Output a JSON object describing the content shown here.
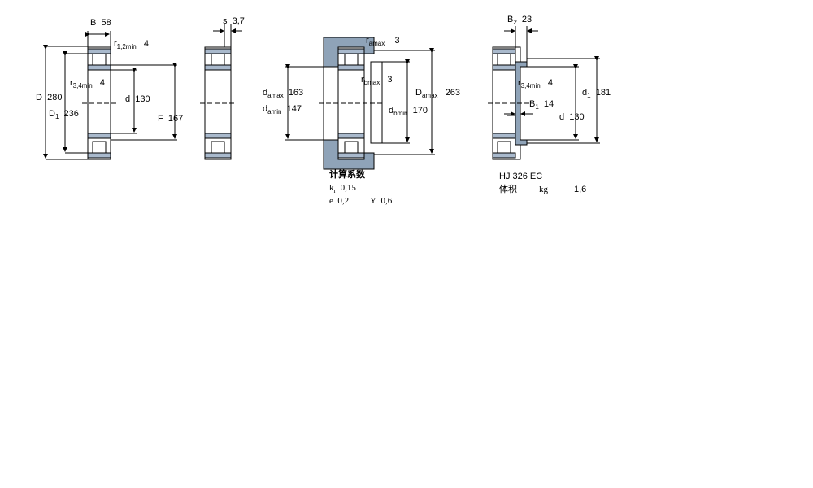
{
  "dims": {
    "B": {
      "sym": "B",
      "val": "58"
    },
    "r12": {
      "sym": "r",
      "sub": "1,2min",
      "val": "4"
    },
    "r34": {
      "sym": "r",
      "sub": "3,4min",
      "val": "4"
    },
    "D": {
      "sym": "D",
      "val": "280"
    },
    "D1": {
      "sym": "D",
      "sub": "1",
      "val": "236"
    },
    "d": {
      "sym": "d",
      "val": "130"
    },
    "F": {
      "sym": "F",
      "val": "167"
    },
    "s": {
      "sym": "s",
      "val": "3,7"
    },
    "ra": {
      "sym": "r",
      "sub": "amax",
      "val": "3"
    },
    "rb": {
      "sym": "r",
      "sub": "bmax",
      "val": "3"
    },
    "damax": {
      "sym": "d",
      "sub": "amax",
      "val": "163"
    },
    "damin": {
      "sym": "d",
      "sub": "amin",
      "val": "147"
    },
    "dbmin": {
      "sym": "d",
      "sub": "bmin",
      "val": "170"
    },
    "Damax": {
      "sym": "D",
      "sub": "amax",
      "val": "263"
    },
    "B2": {
      "sym": "B",
      "sub": "2",
      "val": "23"
    },
    "r34b": {
      "sym": "r",
      "sub": "3,4min",
      "val": "4"
    },
    "d1": {
      "sym": "d",
      "sub": "1",
      "val": "181"
    },
    "B1": {
      "sym": "B",
      "sub": "1",
      "val": "14"
    },
    "d2": {
      "sym": "d",
      "val": "130"
    }
  },
  "calc": {
    "title": "计算系数",
    "kr_sym": "k",
    "kr_sub": "r",
    "kr_val": "0,15",
    "e_sym": "e",
    "e_val": "0,2",
    "Y_sym": "Y",
    "Y_val": "0,6"
  },
  "ring": {
    "designation": "HJ 326 EC",
    "volume_label": "体积",
    "unit": "kg",
    "value": "1,6"
  },
  "colors": {
    "ring": "#a9b9cc",
    "housing": "#8fa3b8",
    "line": "#000000"
  }
}
